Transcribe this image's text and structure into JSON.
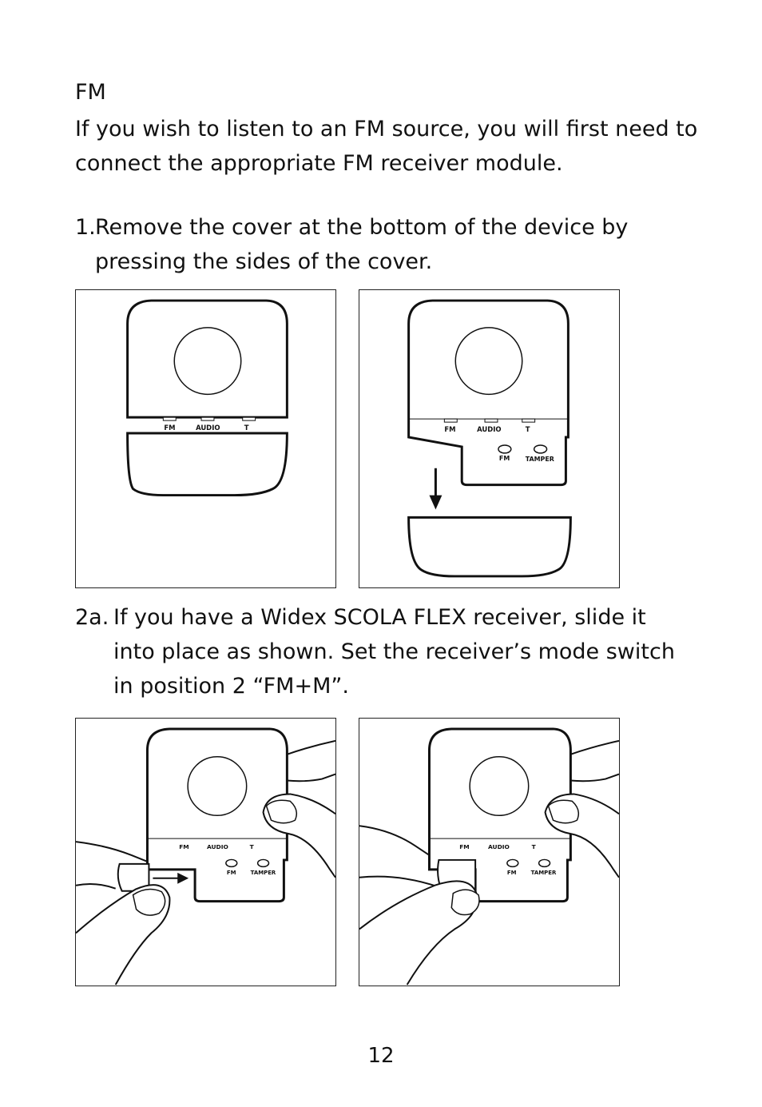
{
  "heading": "FM",
  "intro": "If you wish to listen to an FM source, you will first need to connect the appropriate FM receiver module.",
  "step1": {
    "number": "1.",
    "text": "Remove the cover at the bottom of the device by pressing the sides of the cover."
  },
  "step2a": {
    "number": "2a.",
    "text": "If you have a Widex SCOLA FLEX receiver, slide it into place as shown. Set the receiver’s mode switch in position 2 “FM+M”."
  },
  "device_labels": {
    "fm": "FM",
    "audio": "AUDIO",
    "t": "T",
    "fm_button": "FM",
    "tamper": "TAMPER"
  },
  "page_number": "12"
}
